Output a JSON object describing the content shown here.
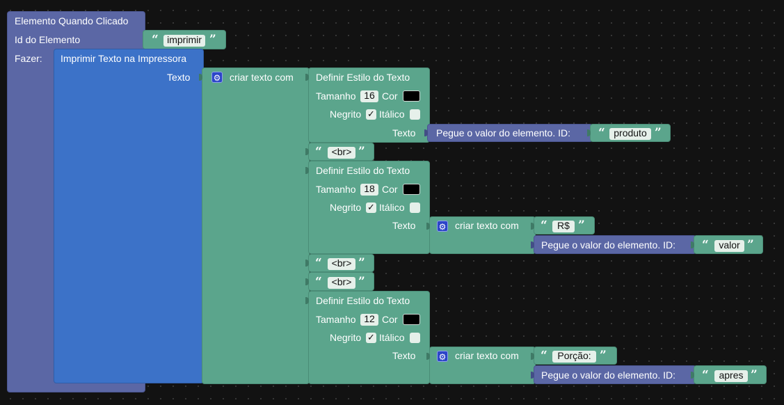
{
  "event_block": {
    "title": "Elemento Quando Clicado",
    "id_label": "Id do Elemento",
    "id_value": "imprimir",
    "do_label": "Fazer:"
  },
  "print_block": {
    "title": "Imprimir Texto na Impressora",
    "text_label": "Texto"
  },
  "join_label": "criar texto com",
  "style_block": {
    "title": "Definir Estilo do Texto",
    "size_label": "Tamanho",
    "color_label": "Cor",
    "bold_label": "Negrito",
    "italic_label": "Itálico",
    "text_label": "Texto",
    "check_mark": "✓"
  },
  "styles": [
    {
      "size": "16",
      "color": "#000000",
      "bold": true,
      "italic": false,
      "value_id": "produto"
    },
    {
      "size": "18",
      "color": "#000000",
      "bold": true,
      "italic": false,
      "prefix": "R$",
      "value_id": "valor"
    },
    {
      "size": "12",
      "color": "#000000",
      "bold": true,
      "italic": false,
      "prefix": "Porção:",
      "value_id": "apres"
    }
  ],
  "get_value_label": "Pegue o valor do elemento. ID:",
  "br_texts": [
    "<br>",
    "<br>",
    "<br>"
  ],
  "quote_open": "“",
  "quote_close": "”",
  "colors": {
    "workspace": "#121212",
    "event_block": "#5b67a5",
    "print_block": "#3c72c8",
    "text_block": "#5ba58c",
    "value_block": "#5b67a5"
  }
}
